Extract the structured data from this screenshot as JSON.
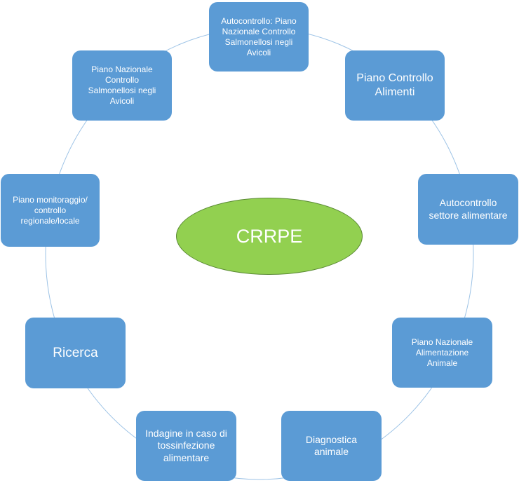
{
  "center": {
    "label": "CRRPE",
    "color": "#92d050"
  },
  "colors": {
    "node": "#5b9bd5",
    "ring": "#9dc3e6"
  },
  "nodes": [
    {
      "id": "autocontrollo-salmonellosi",
      "label": "Autocontrollo: Piano Nazionale Controllo Salmonellosi negli Avicoli"
    },
    {
      "id": "piano-controllo-alimenti",
      "label": "Piano Controllo Alimenti"
    },
    {
      "id": "autocontrollo-settore",
      "label": "Autocontrollo settore alimentare"
    },
    {
      "id": "piano-alimentazione-animale",
      "label": "Piano Nazionale Alimentazione Animale"
    },
    {
      "id": "diagnostica-animale",
      "label": "Diagnostica animale"
    },
    {
      "id": "indagine-tossinfezione",
      "label": "Indagine in caso di tossinfezione alimentare"
    },
    {
      "id": "ricerca",
      "label": "Ricerca"
    },
    {
      "id": "piano-monitoraggio",
      "label": "Piano monitoraggio/ controllo regionale/locale"
    },
    {
      "id": "piano-salmonellosi",
      "label": "Piano Nazionale Controllo Salmonellosi negli Avicoli"
    }
  ]
}
